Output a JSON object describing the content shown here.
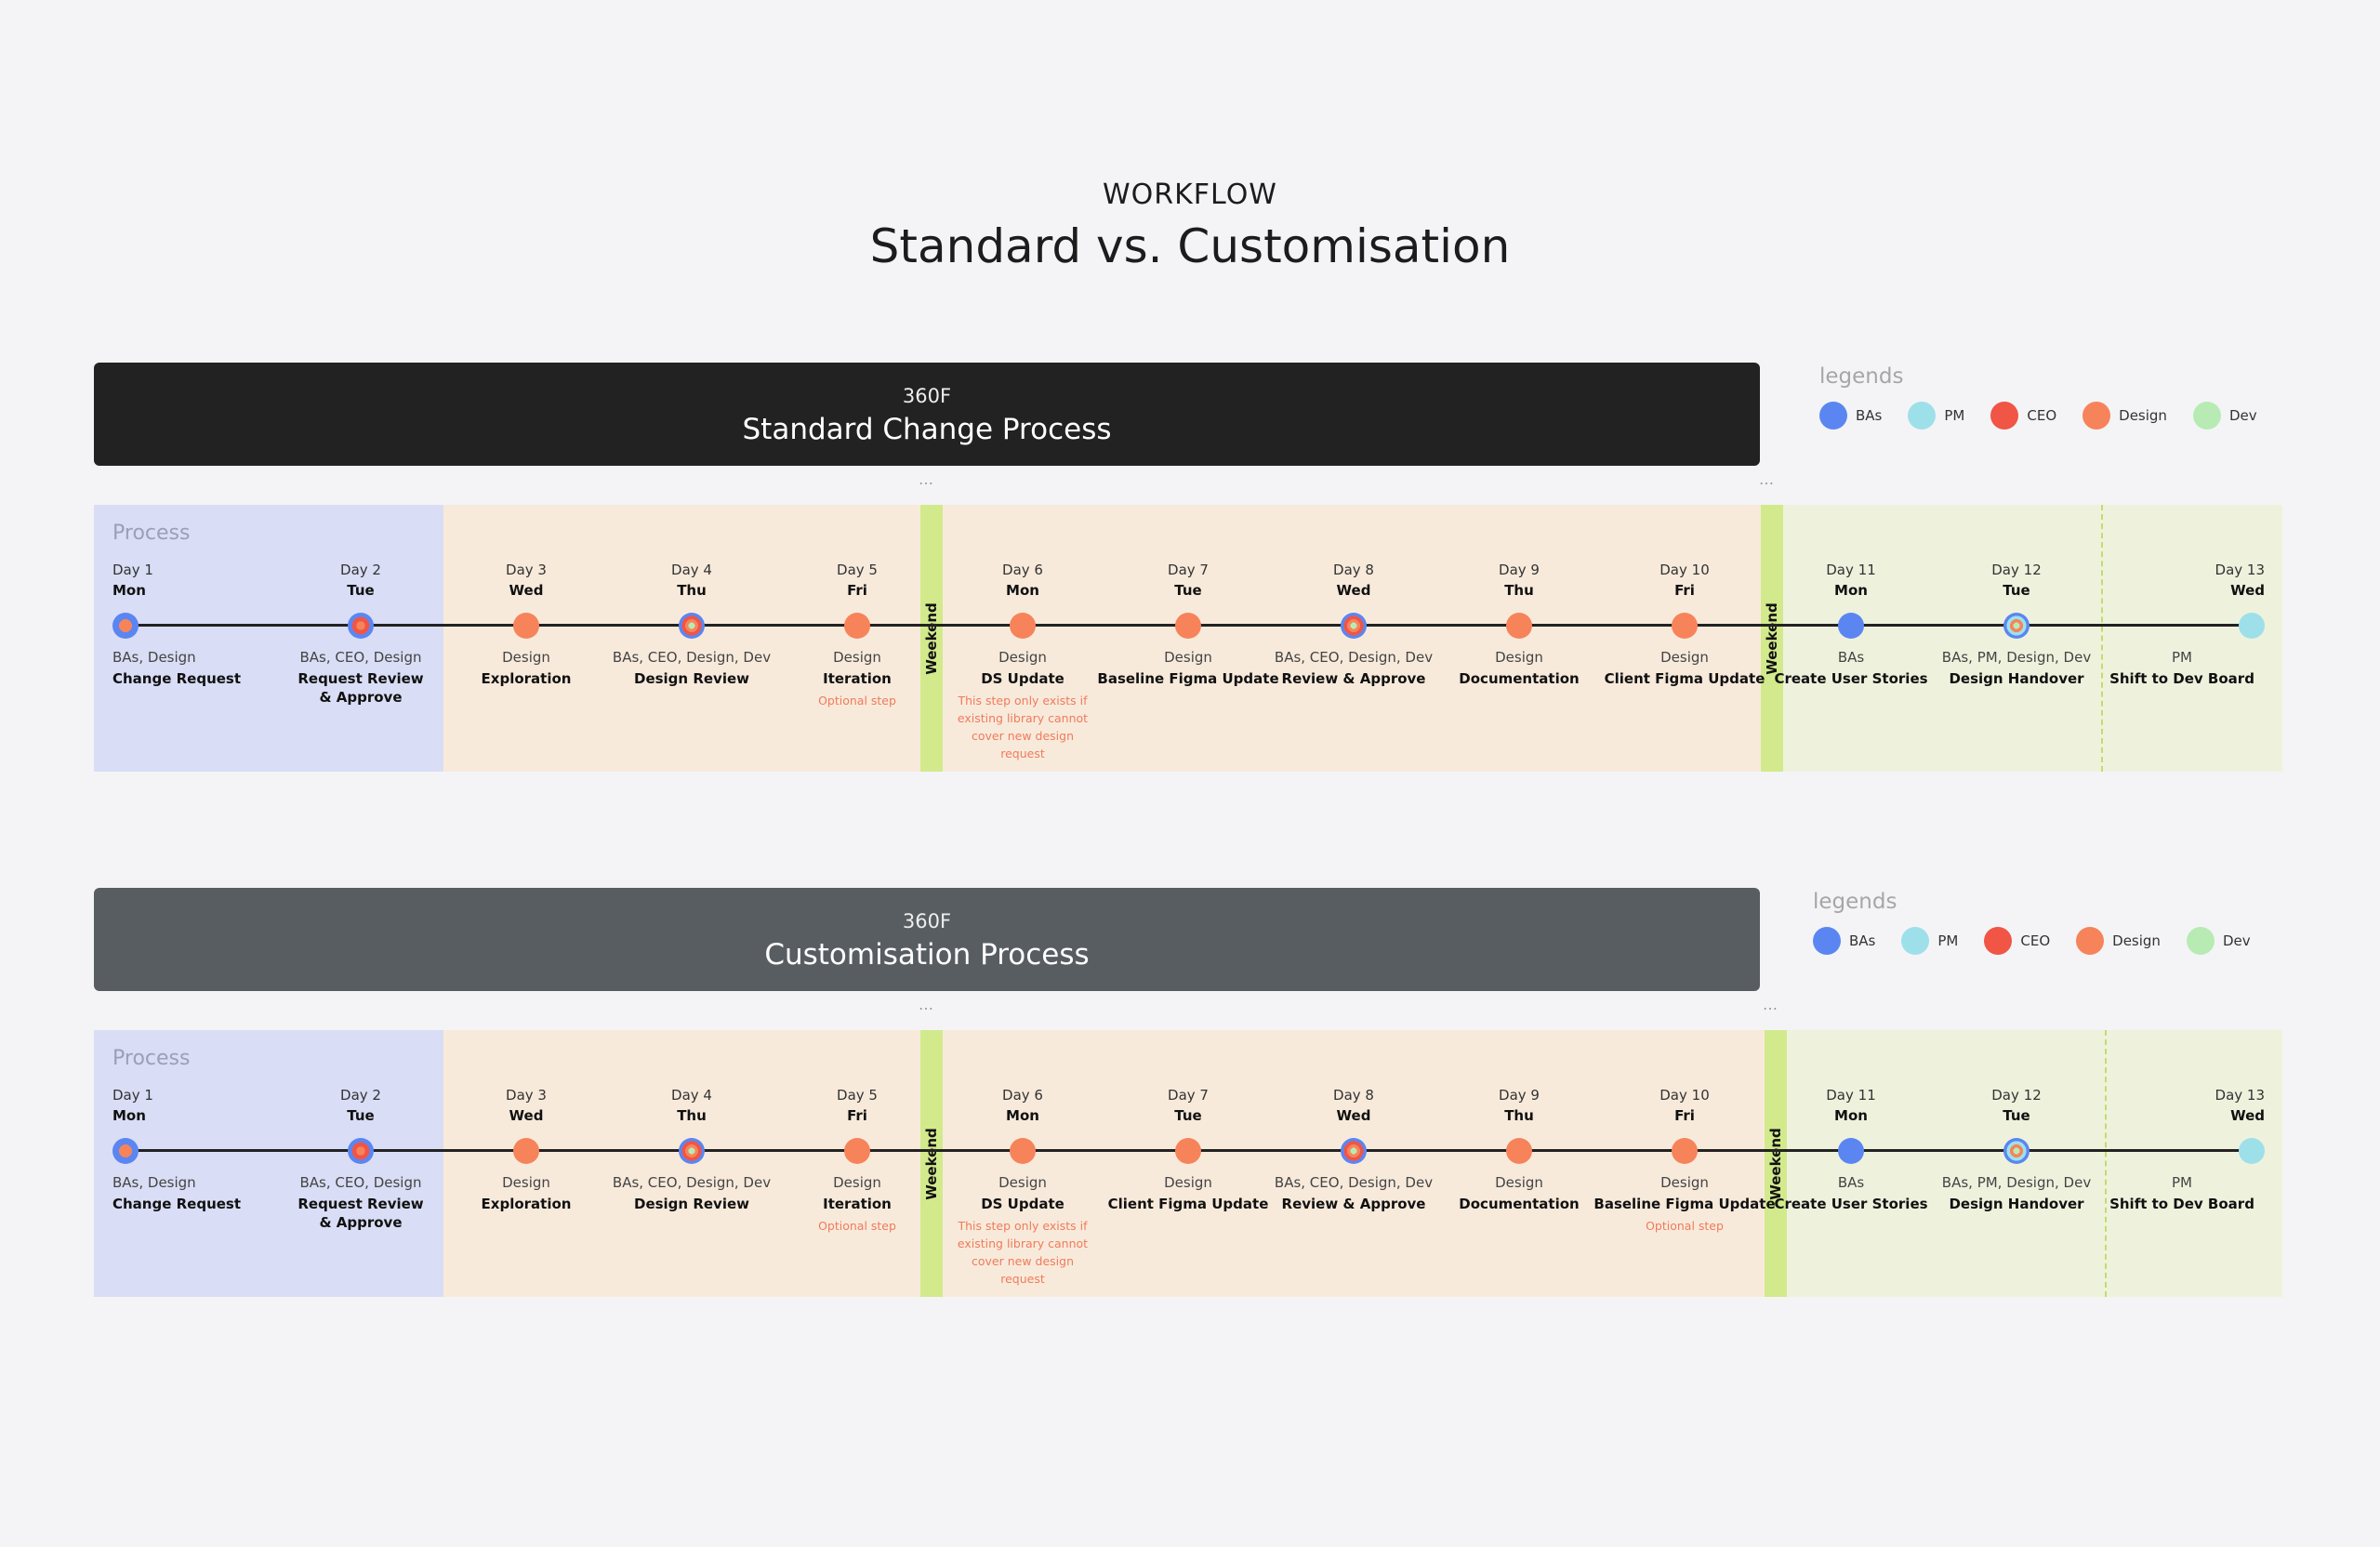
{
  "header": {
    "kicker": "WORKFLOW",
    "title": "Standard vs. Customisation"
  },
  "colors": {
    "BAs": "#5b86f2",
    "PM": "#9ee0ea",
    "CEO": "#f05545",
    "Design": "#f7835a",
    "Dev": "#b8ebb4"
  },
  "legend_title": "legends",
  "legend": [
    {
      "key": "BAs",
      "label": "BAs"
    },
    {
      "key": "PM",
      "label": "PM"
    },
    {
      "key": "CEO",
      "label": "CEO"
    },
    {
      "key": "Design",
      "label": "Design"
    },
    {
      "key": "Dev",
      "label": "Dev"
    }
  ],
  "weekend_label": "Weekend",
  "process_label": "Process",
  "sections": [
    {
      "sub": "360F",
      "name": "Standard Change Process",
      "steps": [
        {
          "day": "Day 1",
          "weekday": "Mon",
          "roles": "BAs, Design",
          "task": "Change Request",
          "node": [
            "BAs",
            "Design"
          ]
        },
        {
          "day": "Day 2",
          "weekday": "Tue",
          "roles": "BAs, CEO, Design",
          "task": "Request Review & Approve",
          "node": [
            "BAs",
            "CEO",
            "Design"
          ]
        },
        {
          "day": "Day 3",
          "weekday": "Wed",
          "roles": "Design",
          "task": "Exploration",
          "node": [
            "Design"
          ]
        },
        {
          "day": "Day 4",
          "weekday": "Thu",
          "roles": "BAs, CEO, Design, Dev",
          "task": "Design Review",
          "node": [
            "BAs",
            "CEO",
            "Design",
            "Dev"
          ]
        },
        {
          "day": "Day 5",
          "weekday": "Fri",
          "roles": "Design",
          "task": "Iteration",
          "node": [
            "Design"
          ],
          "note": "Optional step"
        },
        {
          "day": "Day 6",
          "weekday": "Mon",
          "roles": "Design",
          "task": "DS Update",
          "node": [
            "Design"
          ],
          "note": "This step only exists if existing library cannot cover new design request"
        },
        {
          "day": "Day 7",
          "weekday": "Tue",
          "roles": "Design",
          "task": "Baseline Figma Update",
          "node": [
            "Design"
          ]
        },
        {
          "day": "Day 8",
          "weekday": "Wed",
          "roles": "BAs, CEO, Design, Dev",
          "task": "Review & Approve",
          "node": [
            "BAs",
            "CEO",
            "Design",
            "Dev"
          ]
        },
        {
          "day": "Day 9",
          "weekday": "Thu",
          "roles": "Design",
          "task": "Documentation",
          "node": [
            "Design"
          ]
        },
        {
          "day": "Day 10",
          "weekday": "Fri",
          "roles": "Design",
          "task": "Client Figma Update",
          "node": [
            "Design"
          ]
        },
        {
          "day": "Day 11",
          "weekday": "Mon",
          "roles": "BAs",
          "task": "Create User Stories",
          "node": [
            "BAs"
          ]
        },
        {
          "day": "Day 12",
          "weekday": "Tue",
          "roles": "BAs, PM, Design, Dev",
          "task": "Design Handover",
          "node": [
            "BAs",
            "PM",
            "Design",
            "Dev"
          ]
        },
        {
          "day": "",
          "weekday": "",
          "roles": "PM",
          "task": "Shift to Dev Board",
          "node": []
        },
        {
          "day": "Day 13",
          "weekday": "Wed",
          "roles": "",
          "task": "",
          "node": [
            "PM"
          ]
        }
      ]
    },
    {
      "sub": "360F",
      "name": "Customisation Process",
      "steps": [
        {
          "day": "Day 1",
          "weekday": "Mon",
          "roles": "BAs, Design",
          "task": "Change Request",
          "node": [
            "BAs",
            "Design"
          ]
        },
        {
          "day": "Day 2",
          "weekday": "Tue",
          "roles": "BAs, CEO, Design",
          "task": "Request Review & Approve",
          "node": [
            "BAs",
            "CEO",
            "Design"
          ]
        },
        {
          "day": "Day 3",
          "weekday": "Wed",
          "roles": "Design",
          "task": "Exploration",
          "node": [
            "Design"
          ]
        },
        {
          "day": "Day 4",
          "weekday": "Thu",
          "roles": "BAs, CEO, Design, Dev",
          "task": "Design Review",
          "node": [
            "BAs",
            "CEO",
            "Design",
            "Dev"
          ]
        },
        {
          "day": "Day 5",
          "weekday": "Fri",
          "roles": "Design",
          "task": "Iteration",
          "node": [
            "Design"
          ],
          "note": "Optional step"
        },
        {
          "day": "Day 6",
          "weekday": "Mon",
          "roles": "Design",
          "task": "DS Update",
          "node": [
            "Design"
          ],
          "note": "This step only exists if existing library cannot cover new design request"
        },
        {
          "day": "Day 7",
          "weekday": "Tue",
          "roles": "Design",
          "task": "Client Figma Update",
          "node": [
            "Design"
          ]
        },
        {
          "day": "Day 8",
          "weekday": "Wed",
          "roles": "BAs, CEO, Design, Dev",
          "task": "Review & Approve",
          "node": [
            "BAs",
            "CEO",
            "Design",
            "Dev"
          ]
        },
        {
          "day": "Day 9",
          "weekday": "Thu",
          "roles": "Design",
          "task": "Documentation",
          "node": [
            "Design"
          ]
        },
        {
          "day": "Day 10",
          "weekday": "Fri",
          "roles": "Design",
          "task": "Baseline Figma Update",
          "node": [
            "Design"
          ],
          "note": "Optional step"
        },
        {
          "day": "Day 11",
          "weekday": "Mon",
          "roles": "BAs",
          "task": "Create User Stories",
          "node": [
            "BAs"
          ]
        },
        {
          "day": "Day 12",
          "weekday": "Tue",
          "roles": "BAs, PM, Design, Dev",
          "task": "Design Handover",
          "node": [
            "BAs",
            "PM",
            "Design",
            "Dev"
          ]
        },
        {
          "day": "",
          "weekday": "",
          "roles": "PM",
          "task": "Shift to Dev Board",
          "node": []
        },
        {
          "day": "Day 13",
          "weekday": "Wed",
          "roles": "",
          "task": "",
          "node": [
            "PM"
          ]
        }
      ]
    }
  ]
}
